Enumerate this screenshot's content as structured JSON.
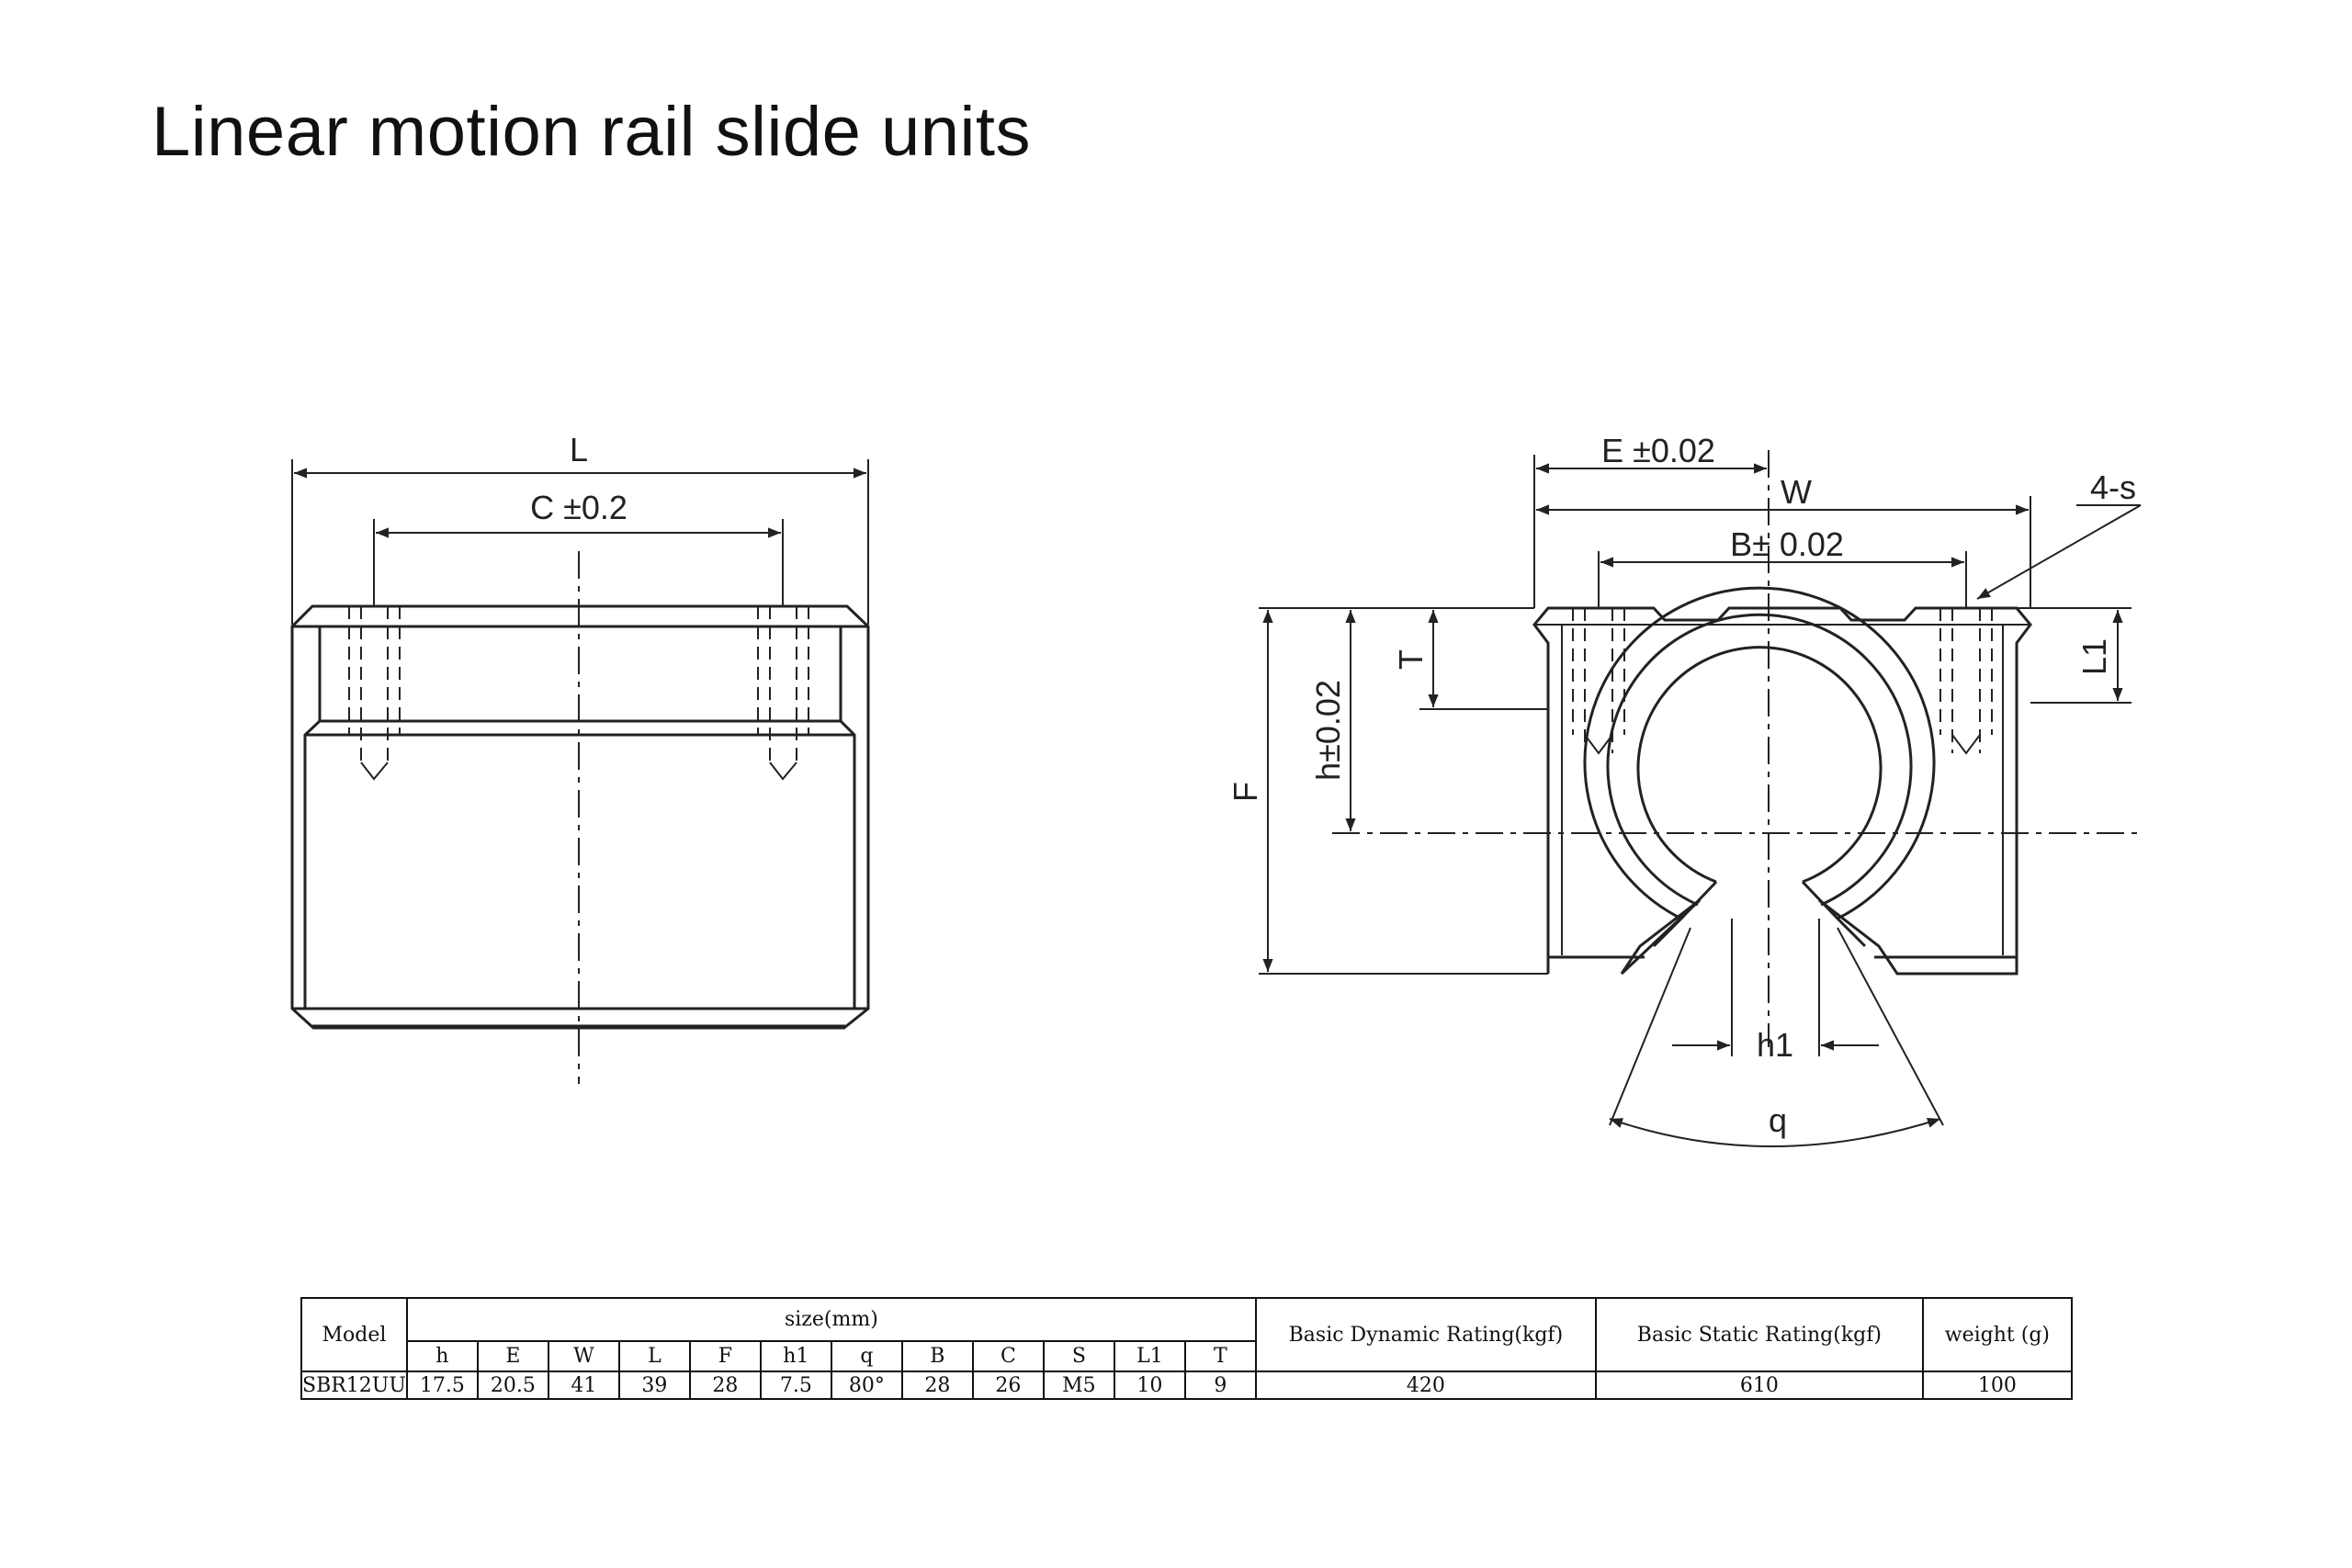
{
  "title": "Linear motion rail slide units",
  "diagram": {
    "side_view": {
      "length_label": "L",
      "hole_spacing_label": "C ±0.2"
    },
    "front_view": {
      "e_label": "E ±0.02",
      "w_label": "W",
      "b_label": "B± 0.02",
      "holes_label": "4-s",
      "t_label": "T",
      "l1_label": "L1",
      "f_label": "F",
      "h_label": "h±0.02",
      "h1_label": "h1",
      "angle_label": "q"
    }
  },
  "table": {
    "model_header": "Model",
    "size_header": "size(mm)",
    "dynamic_header": "Basic Dynamic Rating(kgf)",
    "static_header": "Basic Static Rating(kgf)",
    "weight_header": "weight (g)",
    "size_columns": [
      "h",
      "E",
      "W",
      "L",
      "F",
      "h1",
      "q",
      "B",
      "C",
      "S",
      "L1",
      "T"
    ],
    "rows": [
      {
        "model": "SBR12UU",
        "sizes": [
          "17.5",
          "20.5",
          "41",
          "39",
          "28",
          "7.5",
          "80°",
          "28",
          "26",
          "M5",
          "10",
          "9"
        ],
        "dynamic": "420",
        "static": "610",
        "weight": "100"
      }
    ]
  }
}
